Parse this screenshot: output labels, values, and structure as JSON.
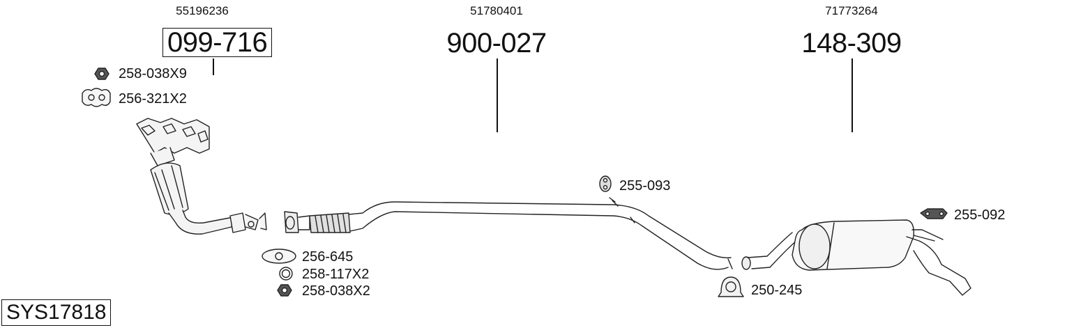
{
  "parts": [
    {
      "oem": "55196236",
      "number": "099-716"
    },
    {
      "oem": "51780401",
      "number": "900-027"
    },
    {
      "oem": "71773264",
      "number": "148-309"
    }
  ],
  "accessories": {
    "nut_top": "258-038X9",
    "gasket_top": "256-321X2",
    "hanger_mid": "255-093",
    "gasket_flange": "256-645",
    "ring": "258-117X2",
    "nut_bottom": "258-038X2",
    "clamp": "250-245",
    "hanger_rear": "255-092"
  },
  "system_code": "SYS17818"
}
